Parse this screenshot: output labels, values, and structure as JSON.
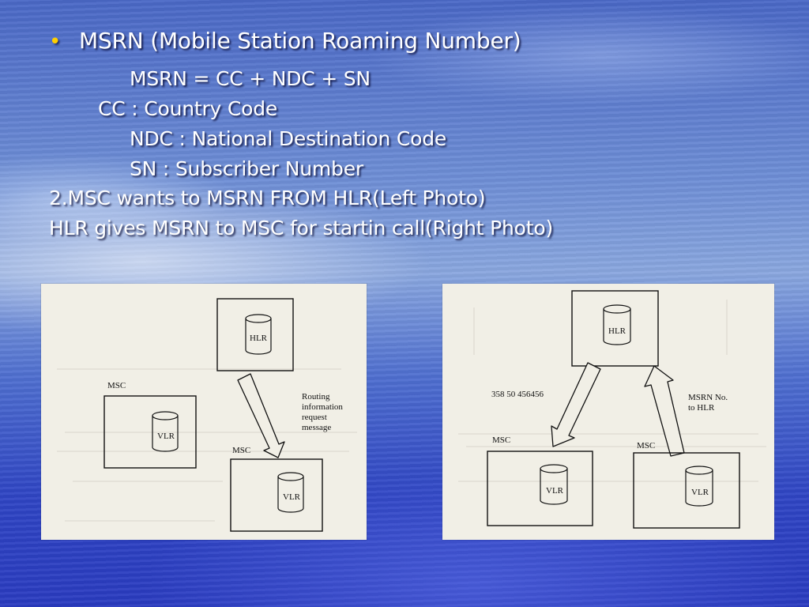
{
  "slide": {
    "title": "MSRN (Mobile Station Roaming Number)",
    "formula": "MSRN = CC + NDC + SN",
    "cc": "CC : Country Code",
    "ndc": "NDC : National Destination Code",
    "sn": "SN : Subscriber Number",
    "point2": "2.MSC wants to MSRN FROM HLR(Left Photo)",
    "point3": "HLR gives MSRN to MSC for startin call(Right Photo)",
    "bullet_color": "#ffd000"
  },
  "left_photo": {
    "hlr": "HLR",
    "msc_left": "MSC",
    "vlr_left": "VLR",
    "msc_right": "MSC",
    "vlr_right": "VLR",
    "routing_1": "Routing",
    "routing_2": "information",
    "routing_3": "request",
    "routing_4": "message"
  },
  "right_photo": {
    "hlr": "HLR",
    "number": "358 50 456456",
    "msrn_1": "MSRN No.",
    "msrn_2": "to HLR",
    "msc_left": "MSC",
    "vlr_left": "VLR",
    "msc_right": "MSC",
    "vlr_right": "VLR"
  }
}
